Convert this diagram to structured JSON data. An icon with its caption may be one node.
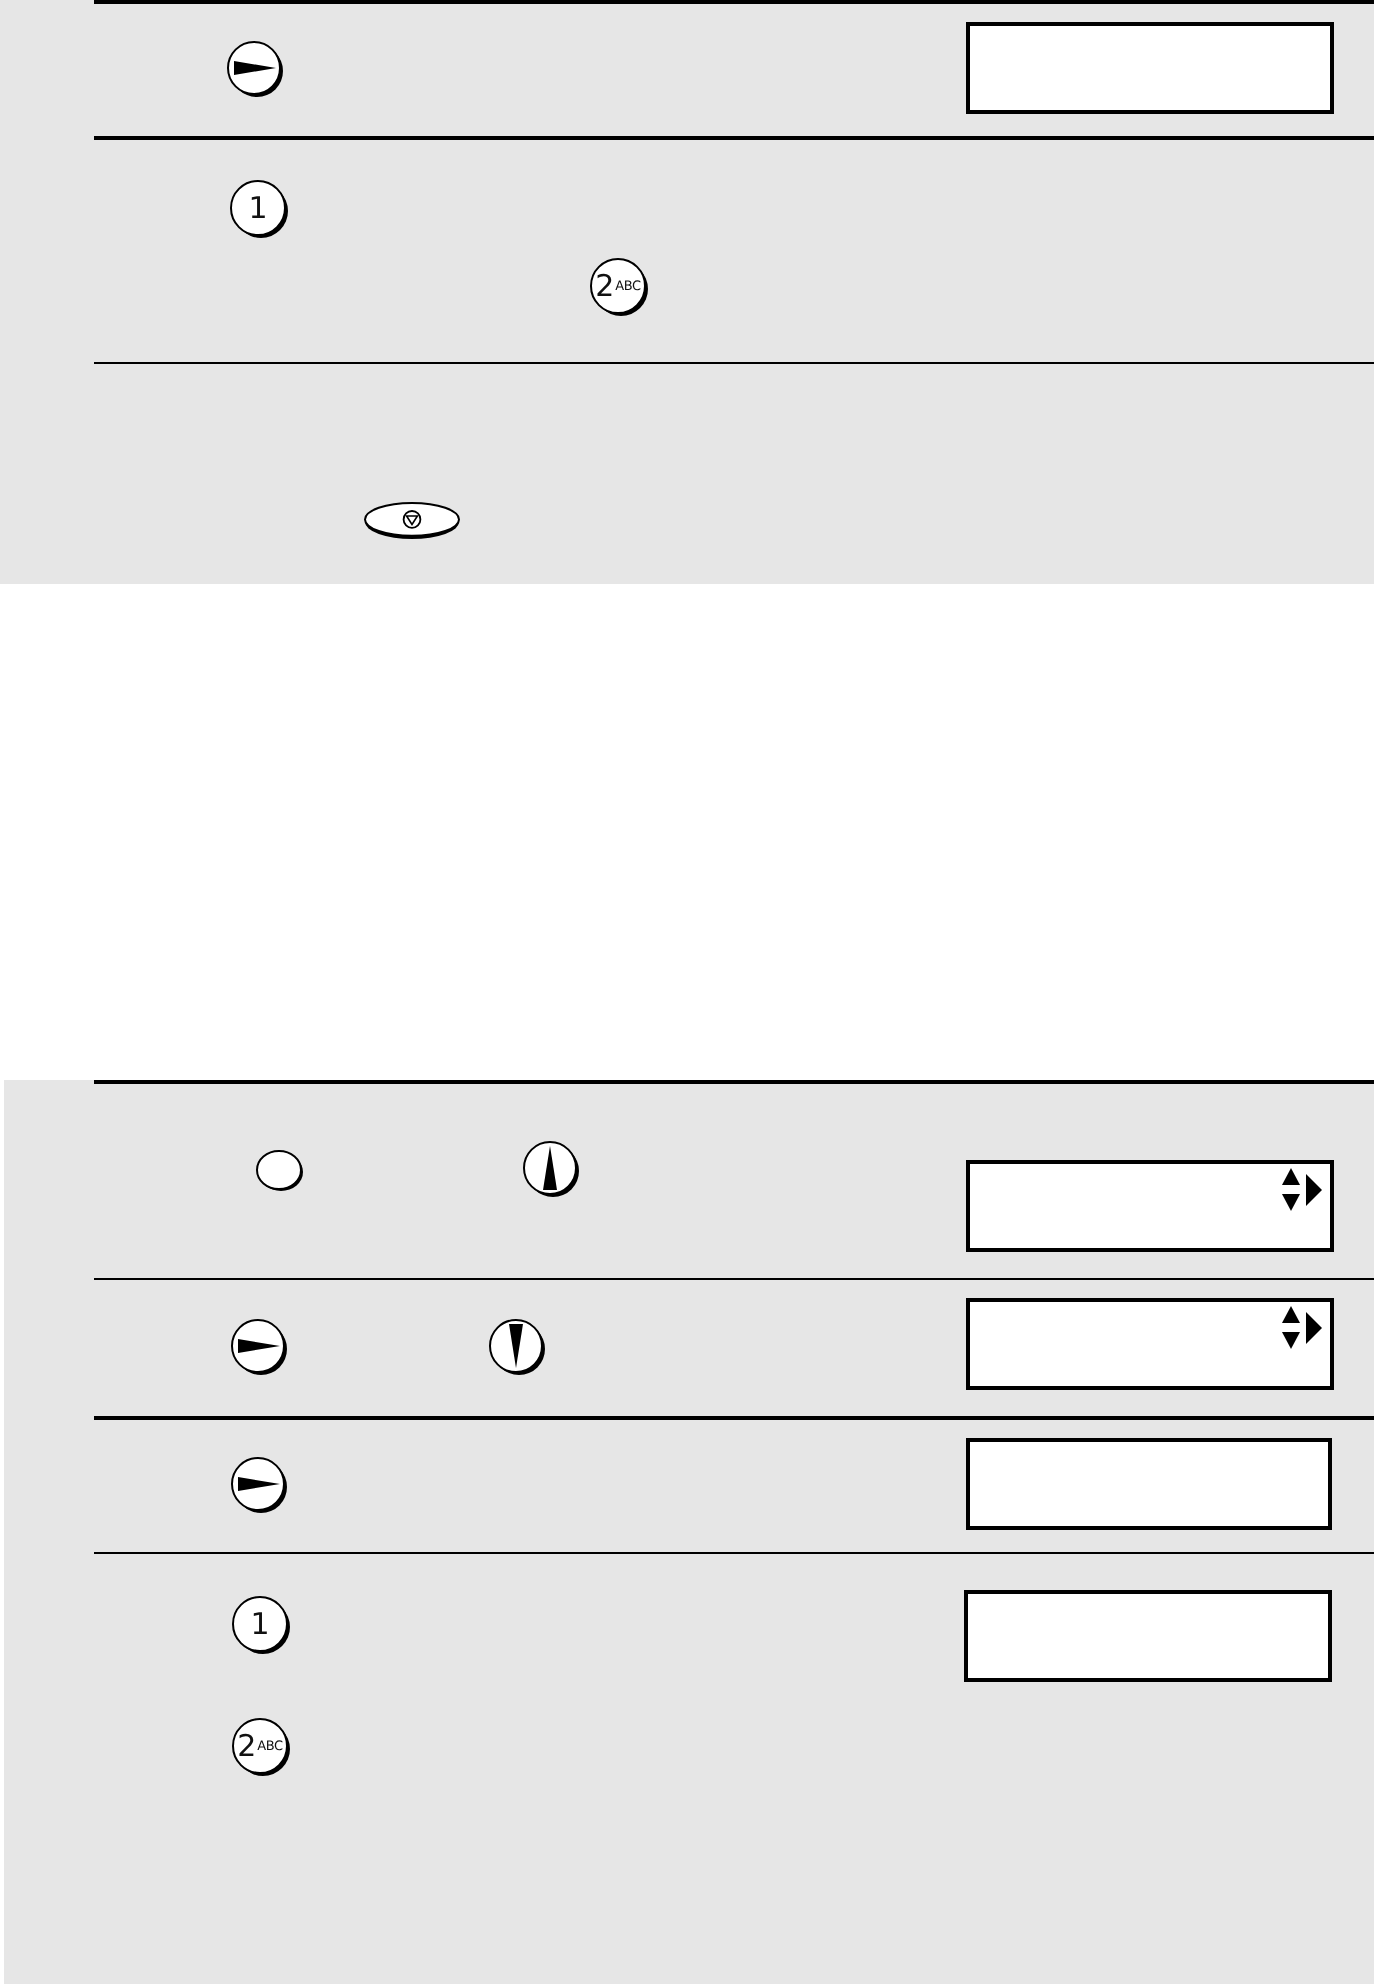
{
  "diagram": {
    "nodes": [
      {
        "text": [],
        "shape": "box"
      },
      {
        "text": [
          "1"
        ]
      },
      {
        "text": [
          "2ABC"
        ]
      },
      {
        "text": [],
        "shape": "box"
      },
      {
        "text": [],
        "shape": "box"
      },
      {
        "text": [],
        "shape": "box"
      },
      {
        "text": [
          "1"
        ]
      },
      {
        "text": [],
        "shape": "box"
      },
      {
        "text": [
          "2ABC"
        ]
      }
    ]
  }
}
